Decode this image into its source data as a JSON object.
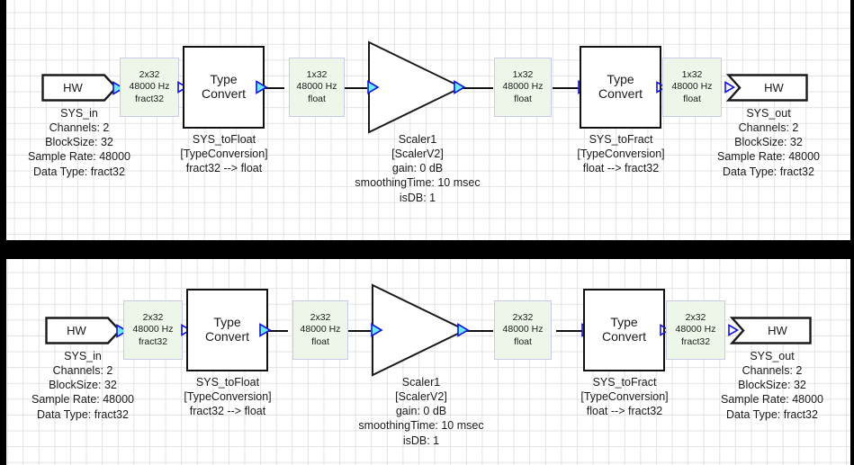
{
  "meta": {
    "title": "Audio Weaver signal flow comparison",
    "colors": {
      "signal_box_fill": "#eef6e9",
      "signal_box_border": "#c9c9e8",
      "node_outline": "#111111",
      "port_fill": "#66e6f0",
      "port_stroke": "#1414d8",
      "grid_line": "#e2e2e4",
      "divider": "#000000"
    }
  },
  "diagrams": [
    {
      "id": "top",
      "nodes": {
        "sys_in": {
          "block_label": "HW",
          "name": "SYS_in",
          "props": [
            "Channels: 2",
            "BlockSize: 32",
            "Sample Rate: 48000",
            "Data Type: fract32"
          ]
        },
        "sys_tofloat": {
          "block_label_line1": "Type",
          "block_label_line2": "Convert",
          "name": "SYS_toFloat",
          "class": "[TypeConversion]",
          "conversion": "fract32 --> float"
        },
        "scaler": {
          "name": "Scaler1",
          "class": "[ScalerV2]",
          "props": [
            "gain: 0 dB",
            "smoothingTime: 10 msec",
            "isDB: 1"
          ]
        },
        "sys_tofract": {
          "block_label_line1": "Type",
          "block_label_line2": "Convert",
          "name": "SYS_toFract",
          "class": "[TypeConversion]",
          "conversion": "float --> fract32"
        },
        "sys_out": {
          "block_label": "HW",
          "name": "SYS_out",
          "props": [
            "Channels: 2",
            "BlockSize: 32",
            "Sample Rate: 48000",
            "Data Type: fract32"
          ]
        }
      },
      "signals": [
        {
          "id": "s1",
          "dims": "2x32",
          "rate": "48000 Hz",
          "type": "fract32"
        },
        {
          "id": "s2",
          "dims": "1x32",
          "rate": "48000 Hz",
          "type": "float"
        },
        {
          "id": "s3",
          "dims": "1x32",
          "rate": "48000 Hz",
          "type": "float"
        },
        {
          "id": "s4",
          "dims": "1x32",
          "rate": "48000 Hz",
          "type": "float"
        }
      ]
    },
    {
      "id": "bottom",
      "nodes": {
        "sys_in": {
          "block_label": "HW",
          "name": "SYS_in",
          "props": [
            "Channels: 2",
            "BlockSize: 32",
            "Sample Rate: 48000",
            "Data Type: fract32"
          ]
        },
        "sys_tofloat": {
          "block_label_line1": "Type",
          "block_label_line2": "Convert",
          "name": "SYS_toFloat",
          "class": "[TypeConversion]",
          "conversion": "fract32 --> float"
        },
        "scaler": {
          "name": "Scaler1",
          "class": "[ScalerV2]",
          "props": [
            "gain: 0 dB",
            "smoothingTime: 10 msec",
            "isDB: 1"
          ]
        },
        "sys_tofract": {
          "block_label_line1": "Type",
          "block_label_line2": "Convert",
          "name": "SYS_toFract",
          "class": "[TypeConversion]",
          "conversion": "float --> fract32"
        },
        "sys_out": {
          "block_label": "HW",
          "name": "SYS_out",
          "props": [
            "Channels: 2",
            "BlockSize: 32",
            "Sample Rate: 48000",
            "Data Type: fract32"
          ]
        }
      },
      "signals": [
        {
          "id": "s1",
          "dims": "2x32",
          "rate": "48000 Hz",
          "type": "fract32"
        },
        {
          "id": "s2",
          "dims": "2x32",
          "rate": "48000 Hz",
          "type": "float"
        },
        {
          "id": "s3",
          "dims": "2x32",
          "rate": "48000 Hz",
          "type": "float"
        },
        {
          "id": "s4",
          "dims": "2x32",
          "rate": "48000 Hz",
          "type": "fract32"
        }
      ]
    }
  ]
}
